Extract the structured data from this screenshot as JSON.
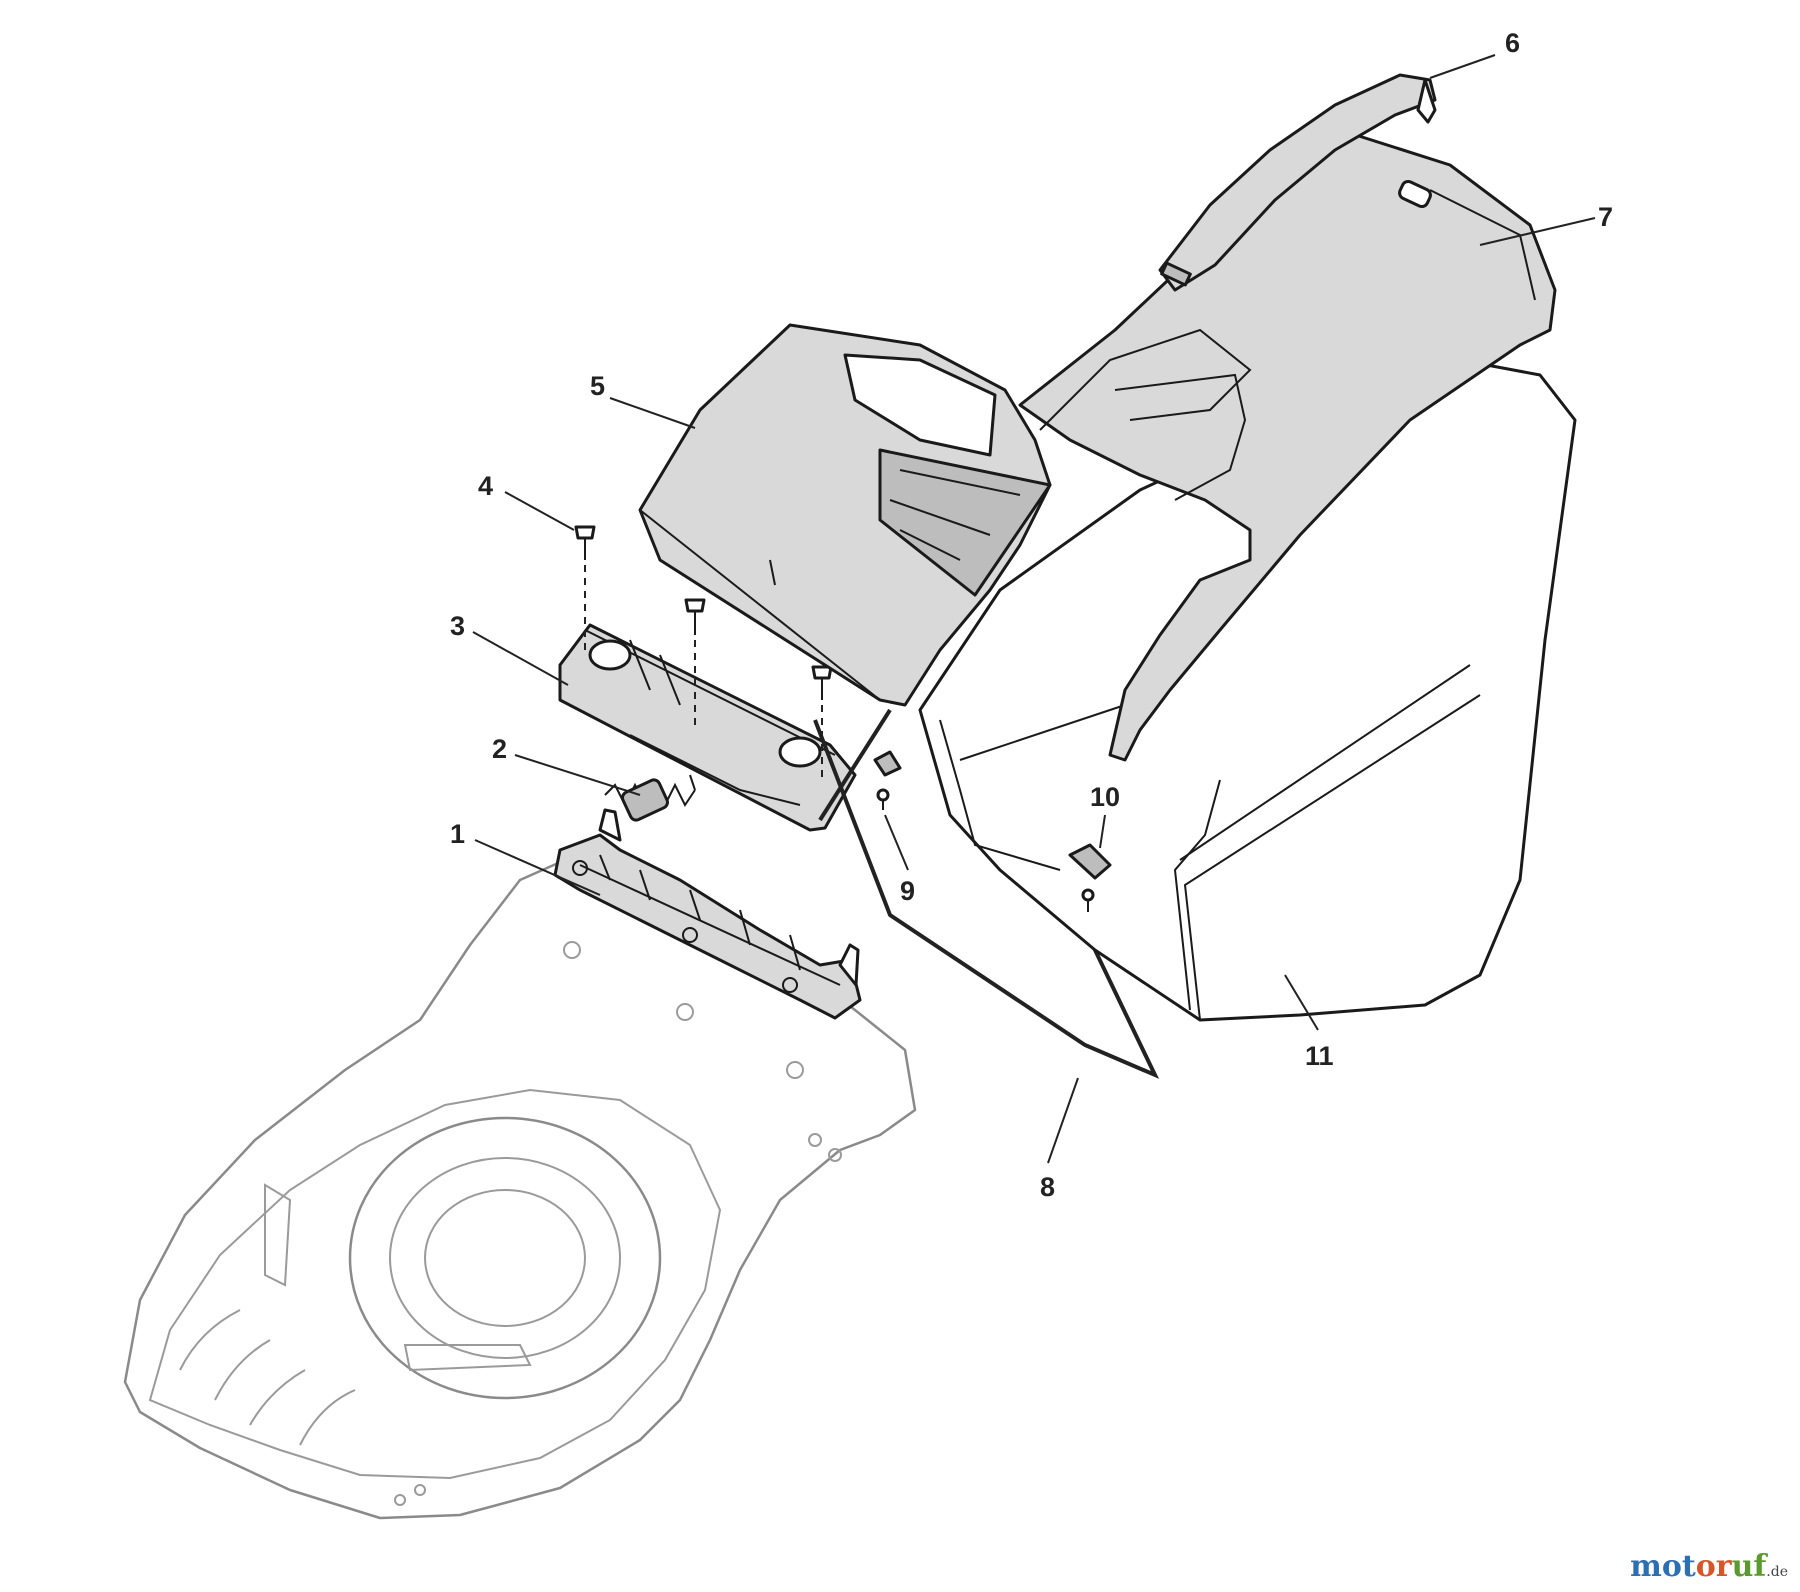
{
  "callouts": [
    {
      "id": "1",
      "label": "1"
    },
    {
      "id": "2",
      "label": "2"
    },
    {
      "id": "3",
      "label": "3"
    },
    {
      "id": "4",
      "label": "4"
    },
    {
      "id": "5",
      "label": "5"
    },
    {
      "id": "6",
      "label": "6"
    },
    {
      "id": "7",
      "label": "7"
    },
    {
      "id": "8",
      "label": "8"
    },
    {
      "id": "9",
      "label": "9"
    },
    {
      "id": "10",
      "label": "10"
    },
    {
      "id": "11",
      "label": "11"
    }
  ],
  "watermark": {
    "part_a": "mot",
    "part_b": "or",
    "part_c": "uf",
    "tld": ".de"
  },
  "colors": {
    "line": "#1a1a1a",
    "ghost_line": "#8a8a8a",
    "part_fill": "#d9d9d9",
    "watermark_blue": "#2c6fb3",
    "watermark_orange": "#d8552a",
    "watermark_green": "#5a9a2e"
  }
}
